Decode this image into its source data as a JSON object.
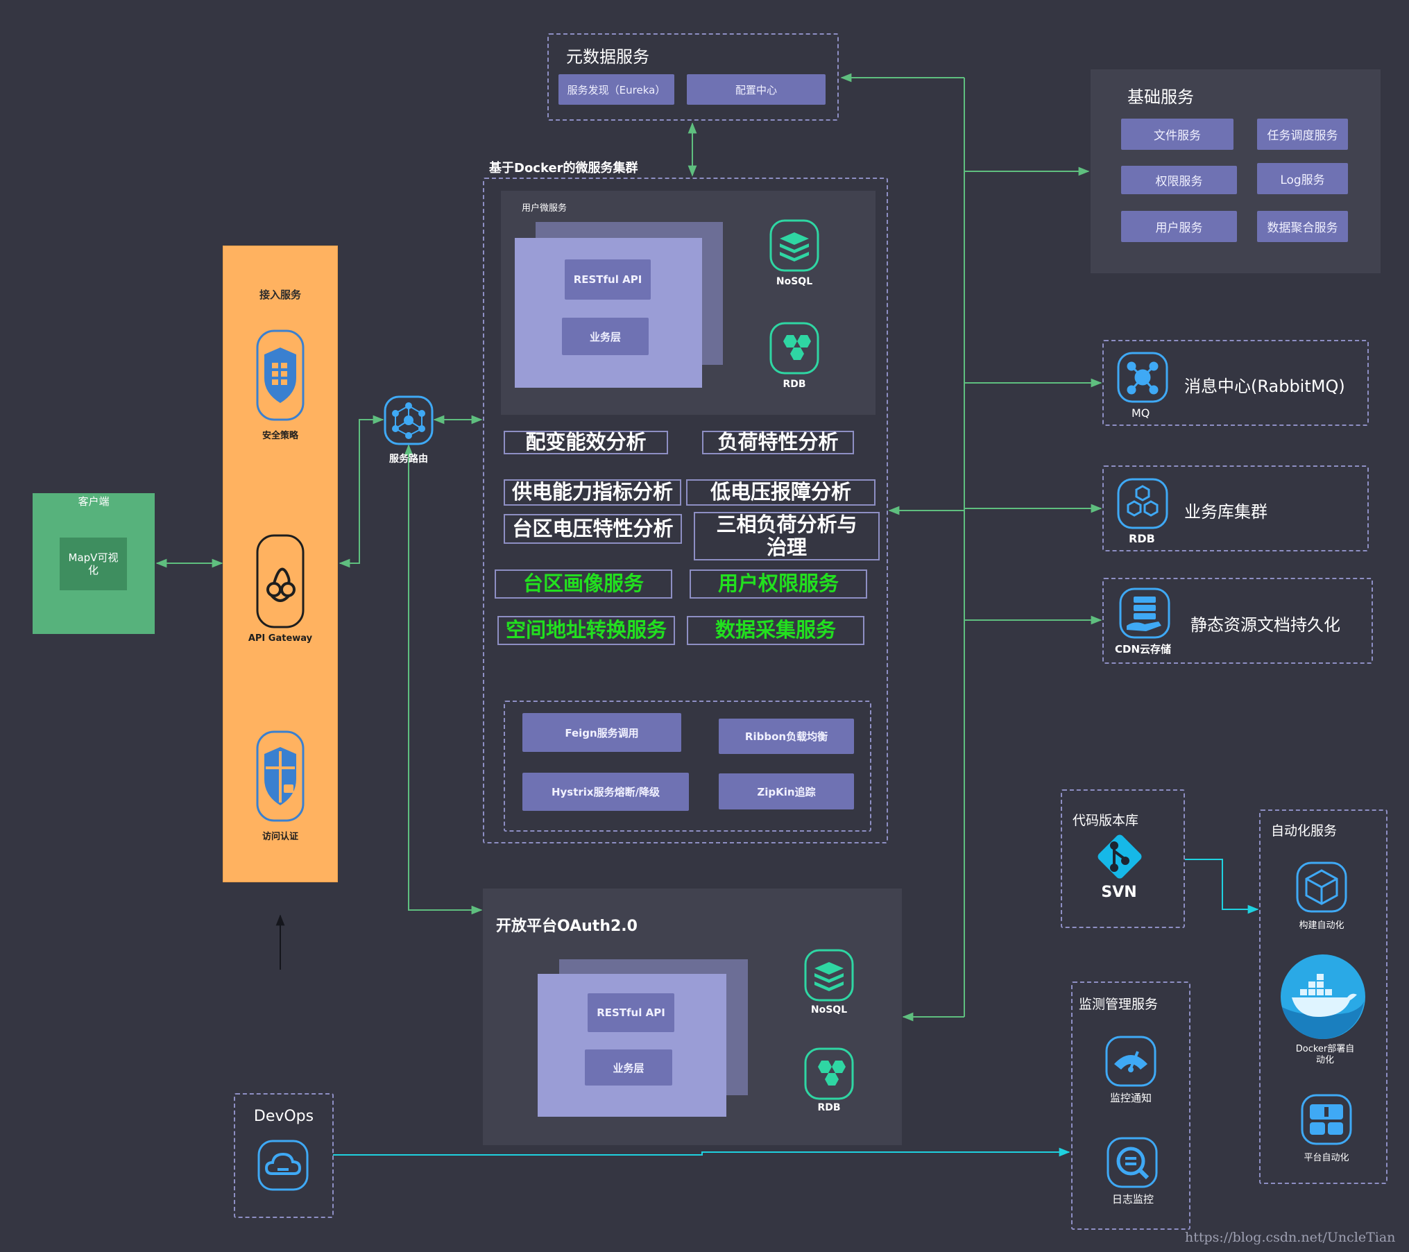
{
  "metadata": {
    "title": "元数据服务",
    "items": [
      "服务发现（Eureka）",
      "配置中心"
    ]
  },
  "cluster": {
    "title": "基于Docker的微服务集群",
    "user_ms": {
      "title": "用户微服务",
      "api": "RESTful API",
      "biz": "业务层",
      "nosql": "NoSQL",
      "rdb": "RDB"
    },
    "analysis": [
      "配变能效分析",
      "负荷特性分析",
      "供电能力指标分析",
      "低电压报障分析",
      "台区电压特性分析",
      "三相负荷分析与治理"
    ],
    "green_services": [
      "台区画像服务",
      "用户权限服务",
      "空间地址转换服务",
      "数据采集服务"
    ],
    "infra": [
      "Feign服务调用",
      "Ribbon负载均衡",
      "Hystrix服务熔断/降级",
      "ZipKin追踪"
    ]
  },
  "basic": {
    "title": "基础服务",
    "items": [
      "文件服务",
      "任务调度服务",
      "权限服务",
      "Log服务",
      "用户服务",
      "数据聚合服务"
    ]
  },
  "right_cards": [
    {
      "icon_label": "MQ",
      "text": "消息中心(RabbitMQ)"
    },
    {
      "icon_label": "RDB",
      "text": "业务库集群"
    },
    {
      "icon_label": "CDN云存储",
      "text": "静态资源文档持久化"
    }
  ],
  "gateway": {
    "title": "接入服务",
    "security": "安全策略",
    "api": "API Gateway",
    "auth": "访问认证"
  },
  "client": {
    "title": "客户端",
    "app": "MapV可视化"
  },
  "router": {
    "label": "服务路由"
  },
  "oauth": {
    "title": "开放平台OAuth2.0",
    "api": "RESTful API",
    "biz": "业务层",
    "nosql": "NoSQL",
    "rdb": "RDB"
  },
  "devops": {
    "title": "DevOps"
  },
  "repo": {
    "title": "代码版本库",
    "name": "SVN"
  },
  "monitor": {
    "title": "监测管理服务",
    "items": [
      "监控通知",
      "日志监控"
    ]
  },
  "auto": {
    "title": "自动化服务",
    "items": [
      "构建自动化",
      "Docker部署自动化",
      "平台自动化"
    ]
  },
  "watermark": "https://blog.csdn.net/UncleTian",
  "colors": {
    "background": "#353642",
    "chip": "#6f72b3",
    "green_text": "#22e01f",
    "gateway": "#ffb260",
    "client": "#57b27c",
    "icon": "#3fa9f5",
    "db_icon": "#2fd6a3",
    "arrow_green": "#5fbf7f",
    "arrow_cyan": "#1fd2e0"
  }
}
